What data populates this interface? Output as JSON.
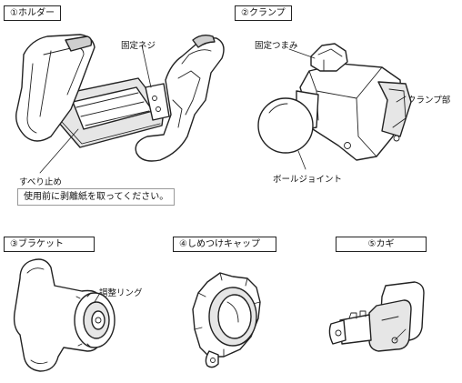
{
  "sections": {
    "holder": {
      "title": "①ホルダー",
      "callouts": {
        "screw": "固定ネジ",
        "nonslip": "すべり止め"
      },
      "notice": "使用前に剥離紙を取ってください。"
    },
    "clamp": {
      "title": "②クランプ",
      "callouts": {
        "knob": "固定つまみ",
        "clamp_part": "クランプ部",
        "ball_joint": "ボールジョイント"
      }
    },
    "bracket": {
      "title": "③ブラケット",
      "callouts": {
        "ring": "調整リング"
      }
    },
    "cap": {
      "title": "④しめつけキャップ"
    },
    "key": {
      "title": "⑤カギ"
    }
  }
}
